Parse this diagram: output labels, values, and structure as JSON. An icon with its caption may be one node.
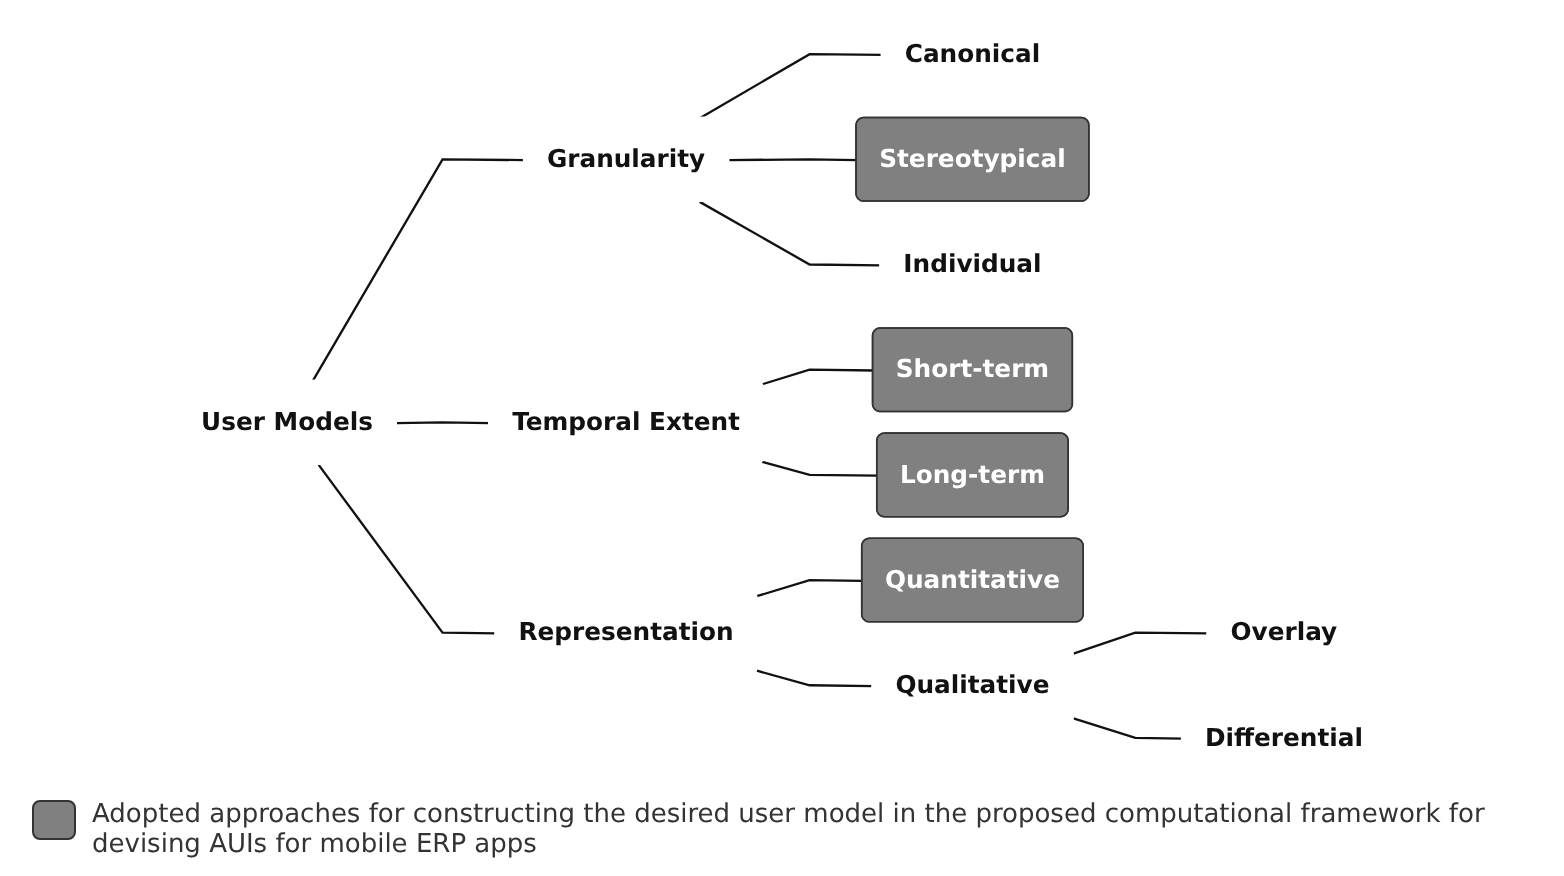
{
  "diagram": {
    "nodes": [
      {
        "text": [
          "User Models"
        ]
      },
      {
        "text": [
          "Granularity"
        ]
      },
      {
        "text": [
          "Temporal Extent"
        ]
      },
      {
        "text": [
          "Representation"
        ]
      },
      {
        "text": [
          "Canonical"
        ]
      },
      {
        "text": [
          "Stereotypical"
        ]
      },
      {
        "text": [
          "Individual"
        ]
      },
      {
        "text": [
          "Short-term"
        ]
      },
      {
        "text": [
          "Long-term"
        ]
      },
      {
        "text": [
          "Quantitative"
        ]
      },
      {
        "text": [
          "Qualitative"
        ]
      },
      {
        "text": [
          "Overlay"
        ]
      },
      {
        "text": [
          "Differential"
        ]
      }
    ],
    "edges": [
      {
        "from": 0,
        "to": 1,
        "arrow": "none"
      },
      {
        "from": 0,
        "to": 2,
        "arrow": "none"
      },
      {
        "from": 0,
        "to": 3,
        "arrow": "none"
      },
      {
        "from": 1,
        "to": 4,
        "arrow": "none"
      },
      {
        "from": 1,
        "to": 5,
        "arrow": "none"
      },
      {
        "from": 1,
        "to": 6,
        "arrow": "none"
      },
      {
        "from": 2,
        "to": 7,
        "arrow": "none"
      },
      {
        "from": 2,
        "to": 8,
        "arrow": "none"
      },
      {
        "from": 3,
        "to": 9,
        "arrow": "none"
      },
      {
        "from": 3,
        "to": 10,
        "arrow": "none"
      },
      {
        "from": 10,
        "to": 11,
        "arrow": "none"
      },
      {
        "from": 10,
        "to": 12,
        "arrow": "none"
      }
    ],
    "legend": [
      {
        "text": "Adopted approaches for constructing the desired user model in the proposed computational framework for devising AUIs for mobile ERP apps",
        "color": "#808080"
      }
    ]
  }
}
